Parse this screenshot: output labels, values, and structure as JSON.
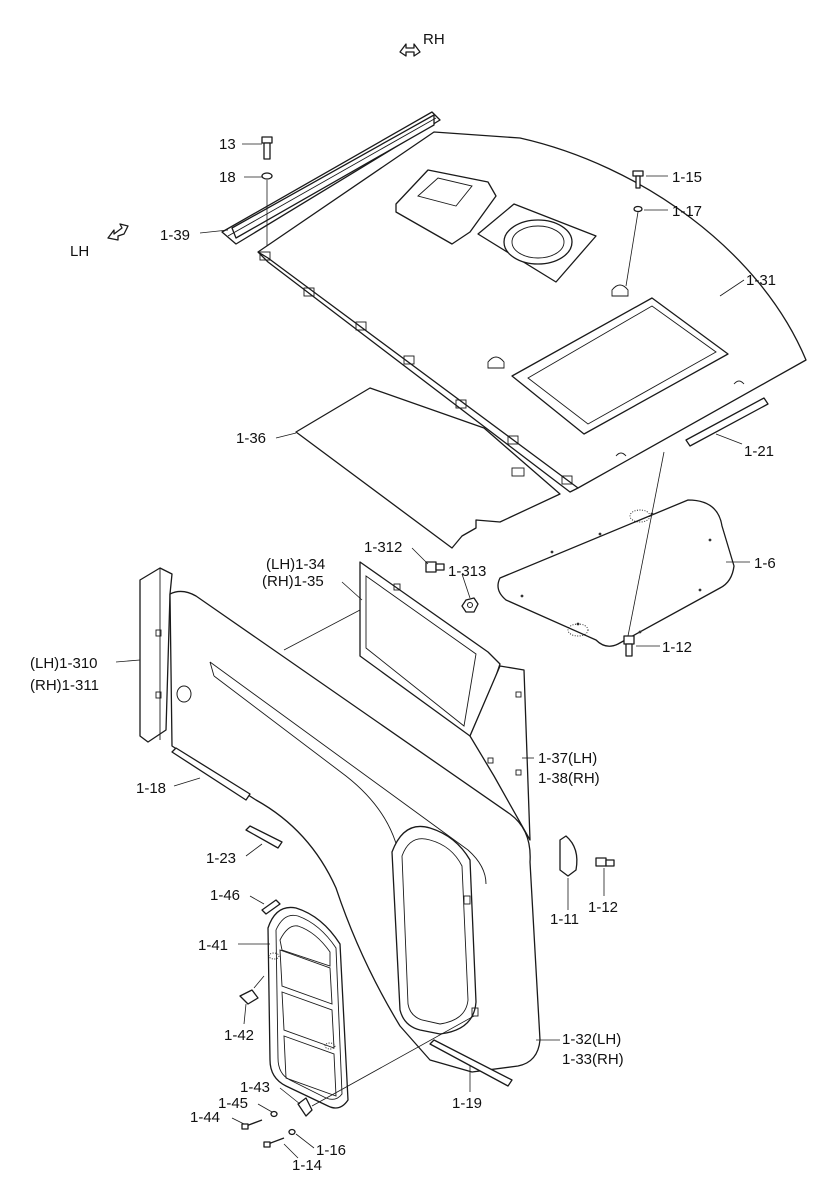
{
  "directions": {
    "rh": "RH",
    "lh": "LH"
  },
  "labels": [
    {
      "id": "13",
      "text": "13"
    },
    {
      "id": "18",
      "text": "18"
    },
    {
      "id": "1-39",
      "text": "1-39"
    },
    {
      "id": "1-15",
      "text": "1-15"
    },
    {
      "id": "1-17",
      "text": "1-17"
    },
    {
      "id": "1-31",
      "text": "1-31"
    },
    {
      "id": "1-36",
      "text": "1-36"
    },
    {
      "id": "1-21",
      "text": "1-21"
    },
    {
      "id": "1-312",
      "text": "1-312"
    },
    {
      "id": "lh-1-34",
      "text": "(LH)1-34"
    },
    {
      "id": "rh-1-35",
      "text": "(RH)1-35"
    },
    {
      "id": "1-313",
      "text": "1-313"
    },
    {
      "id": "1-6",
      "text": "1-6"
    },
    {
      "id": "1-12a",
      "text": "1-12"
    },
    {
      "id": "lh-1-310",
      "text": "(LH)1-310"
    },
    {
      "id": "rh-1-311",
      "text": "(RH)1-311"
    },
    {
      "id": "1-37-lh",
      "text": "1-37(LH)"
    },
    {
      "id": "1-38-rh",
      "text": "1-38(RH)"
    },
    {
      "id": "1-18",
      "text": "1-18"
    },
    {
      "id": "1-23",
      "text": "1-23"
    },
    {
      "id": "1-11",
      "text": "1-11"
    },
    {
      "id": "1-12b",
      "text": "1-12"
    },
    {
      "id": "1-46",
      "text": "1-46"
    },
    {
      "id": "1-41",
      "text": "1-41"
    },
    {
      "id": "1-42",
      "text": "1-42"
    },
    {
      "id": "1-32-lh",
      "text": "1-32(LH)"
    },
    {
      "id": "1-33-rh",
      "text": "1-33(RH)"
    },
    {
      "id": "1-43",
      "text": "1-43"
    },
    {
      "id": "1-45",
      "text": "1-45"
    },
    {
      "id": "1-44",
      "text": "1-44"
    },
    {
      "id": "1-19",
      "text": "1-19"
    },
    {
      "id": "1-16",
      "text": "1-16"
    },
    {
      "id": "1-14",
      "text": "1-14"
    }
  ]
}
